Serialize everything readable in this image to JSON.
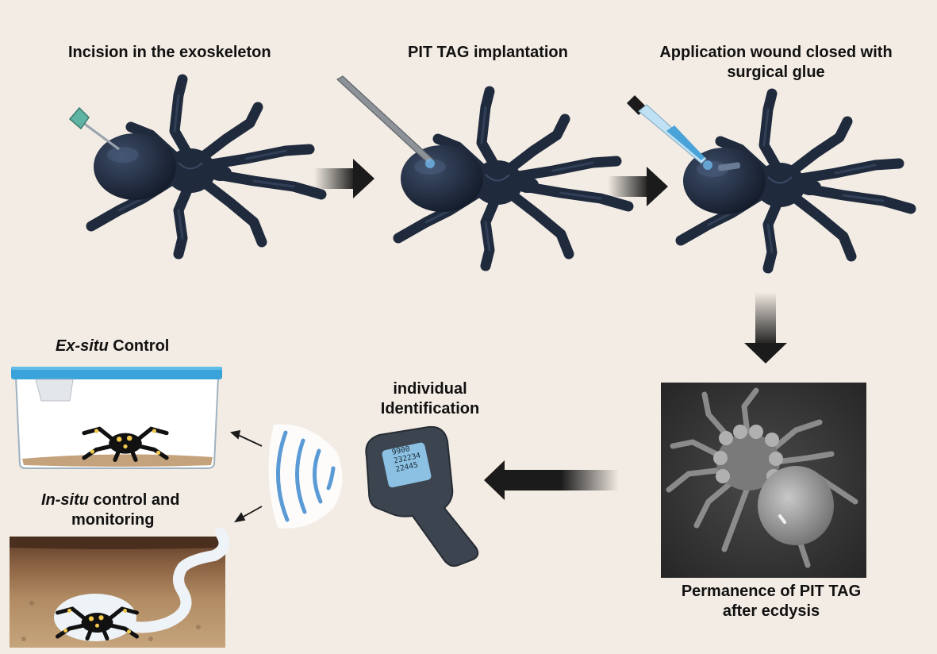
{
  "steps": {
    "incision": "Incision in the exoskeleton",
    "implantation": "PIT TAG implantation",
    "glue_line1": "Application wound closed with",
    "glue_line2": "surgical glue",
    "permanence_line1": "Permanence of PIT TAG",
    "permanence_line2": "after ecdysis",
    "identification_line1": "individual",
    "identification_line2": "Identification"
  },
  "ex_situ": {
    "italic": "Ex-situ",
    "rest": " Control"
  },
  "in_situ": {
    "italic": "In-situ",
    "rest": " control and",
    "line2": "monitoring"
  },
  "reader_display": [
    "9900",
    "232234",
    "22445"
  ],
  "colors": {
    "background": "#f3ece4",
    "spider_body": "#1f2a3d",
    "spider_highlight": "#3a4a63",
    "arrow": "#1b1b1b",
    "reader_screen": "#8cc1e3",
    "signal": "#5b9bd5",
    "lid": "#3aa3d9",
    "soil": "#c4a27c"
  }
}
